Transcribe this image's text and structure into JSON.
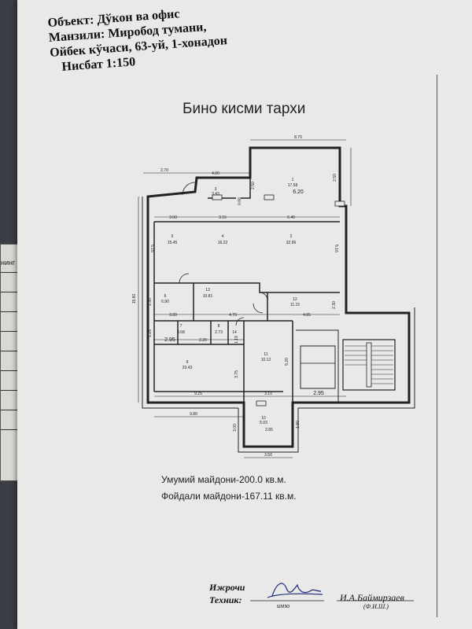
{
  "header": {
    "object_line": "Объект: Дўкон ва офис",
    "address_line1": "Манзили: Миробод тумани,",
    "address_line2": "Ойбек кўчаси, 63-уй, 1-хонадон",
    "scale_line": "Нисбат 1:150"
  },
  "plan": {
    "title": "Бино кисми тархи",
    "rooms": [
      {
        "no": "1",
        "area": "17.58"
      },
      {
        "no": "2",
        "area": "32.96"
      },
      {
        "no": "3",
        "area": "3.43"
      },
      {
        "no": "4",
        "area": "16.22"
      },
      {
        "no": "5",
        "area": "15.45"
      },
      {
        "no": "6",
        "area": "6.90"
      },
      {
        "no": "7",
        "area": "3.68"
      },
      {
        "no": "8",
        "area": "2.73"
      },
      {
        "no": "9",
        "area": "23.43"
      },
      {
        "no": "10",
        "area": "5.03"
      },
      {
        "no": "11",
        "area": "10.12"
      },
      {
        "no": "12",
        "area": "11.15"
      },
      {
        "no": "13",
        "area": "10.81"
      },
      {
        "no": "14",
        "area": ""
      }
    ],
    "dims": {
      "d870": "8.70",
      "d270": "2.70",
      "d400": "4.00",
      "d620": "6.20",
      "d300": "3.00",
      "d315": "3.15",
      "d640": "6.40",
      "d516a": "5.16",
      "d516b": "5.16",
      "d250a": "2.50",
      "d250b": "2.50",
      "d230a": "2.30",
      "d230b": "2.30",
      "d300b": "3.00",
      "d470": "4.70",
      "d485": "4.85",
      "d125": "1.25",
      "d295a": "2.95",
      "d220": "2.20",
      "d119": "1.19",
      "d1580": "15.80",
      "d375": "3.75",
      "d520": "5.20",
      "d925": "9.25",
      "d310": "3.10",
      "d295b": "2.95",
      "d980": "9.80",
      "d300c": "3.00",
      "d285": "2.85",
      "d190": "1.90",
      "d350": "3.50",
      "d060": "0.60"
    }
  },
  "areas": {
    "total": "Умумий майдони-200.0 кв.м.",
    "useful": "Фойдали майдони-167.11 кв.м."
  },
  "signature": {
    "role_line1": "Ижрочи",
    "role_line2": "Техник:",
    "sign_caption": "имзо",
    "name": "И.А.Баймирзаев",
    "name_caption": "(Ф.И.Ш.)"
  },
  "side_sheet": {
    "header": "нинг"
  }
}
